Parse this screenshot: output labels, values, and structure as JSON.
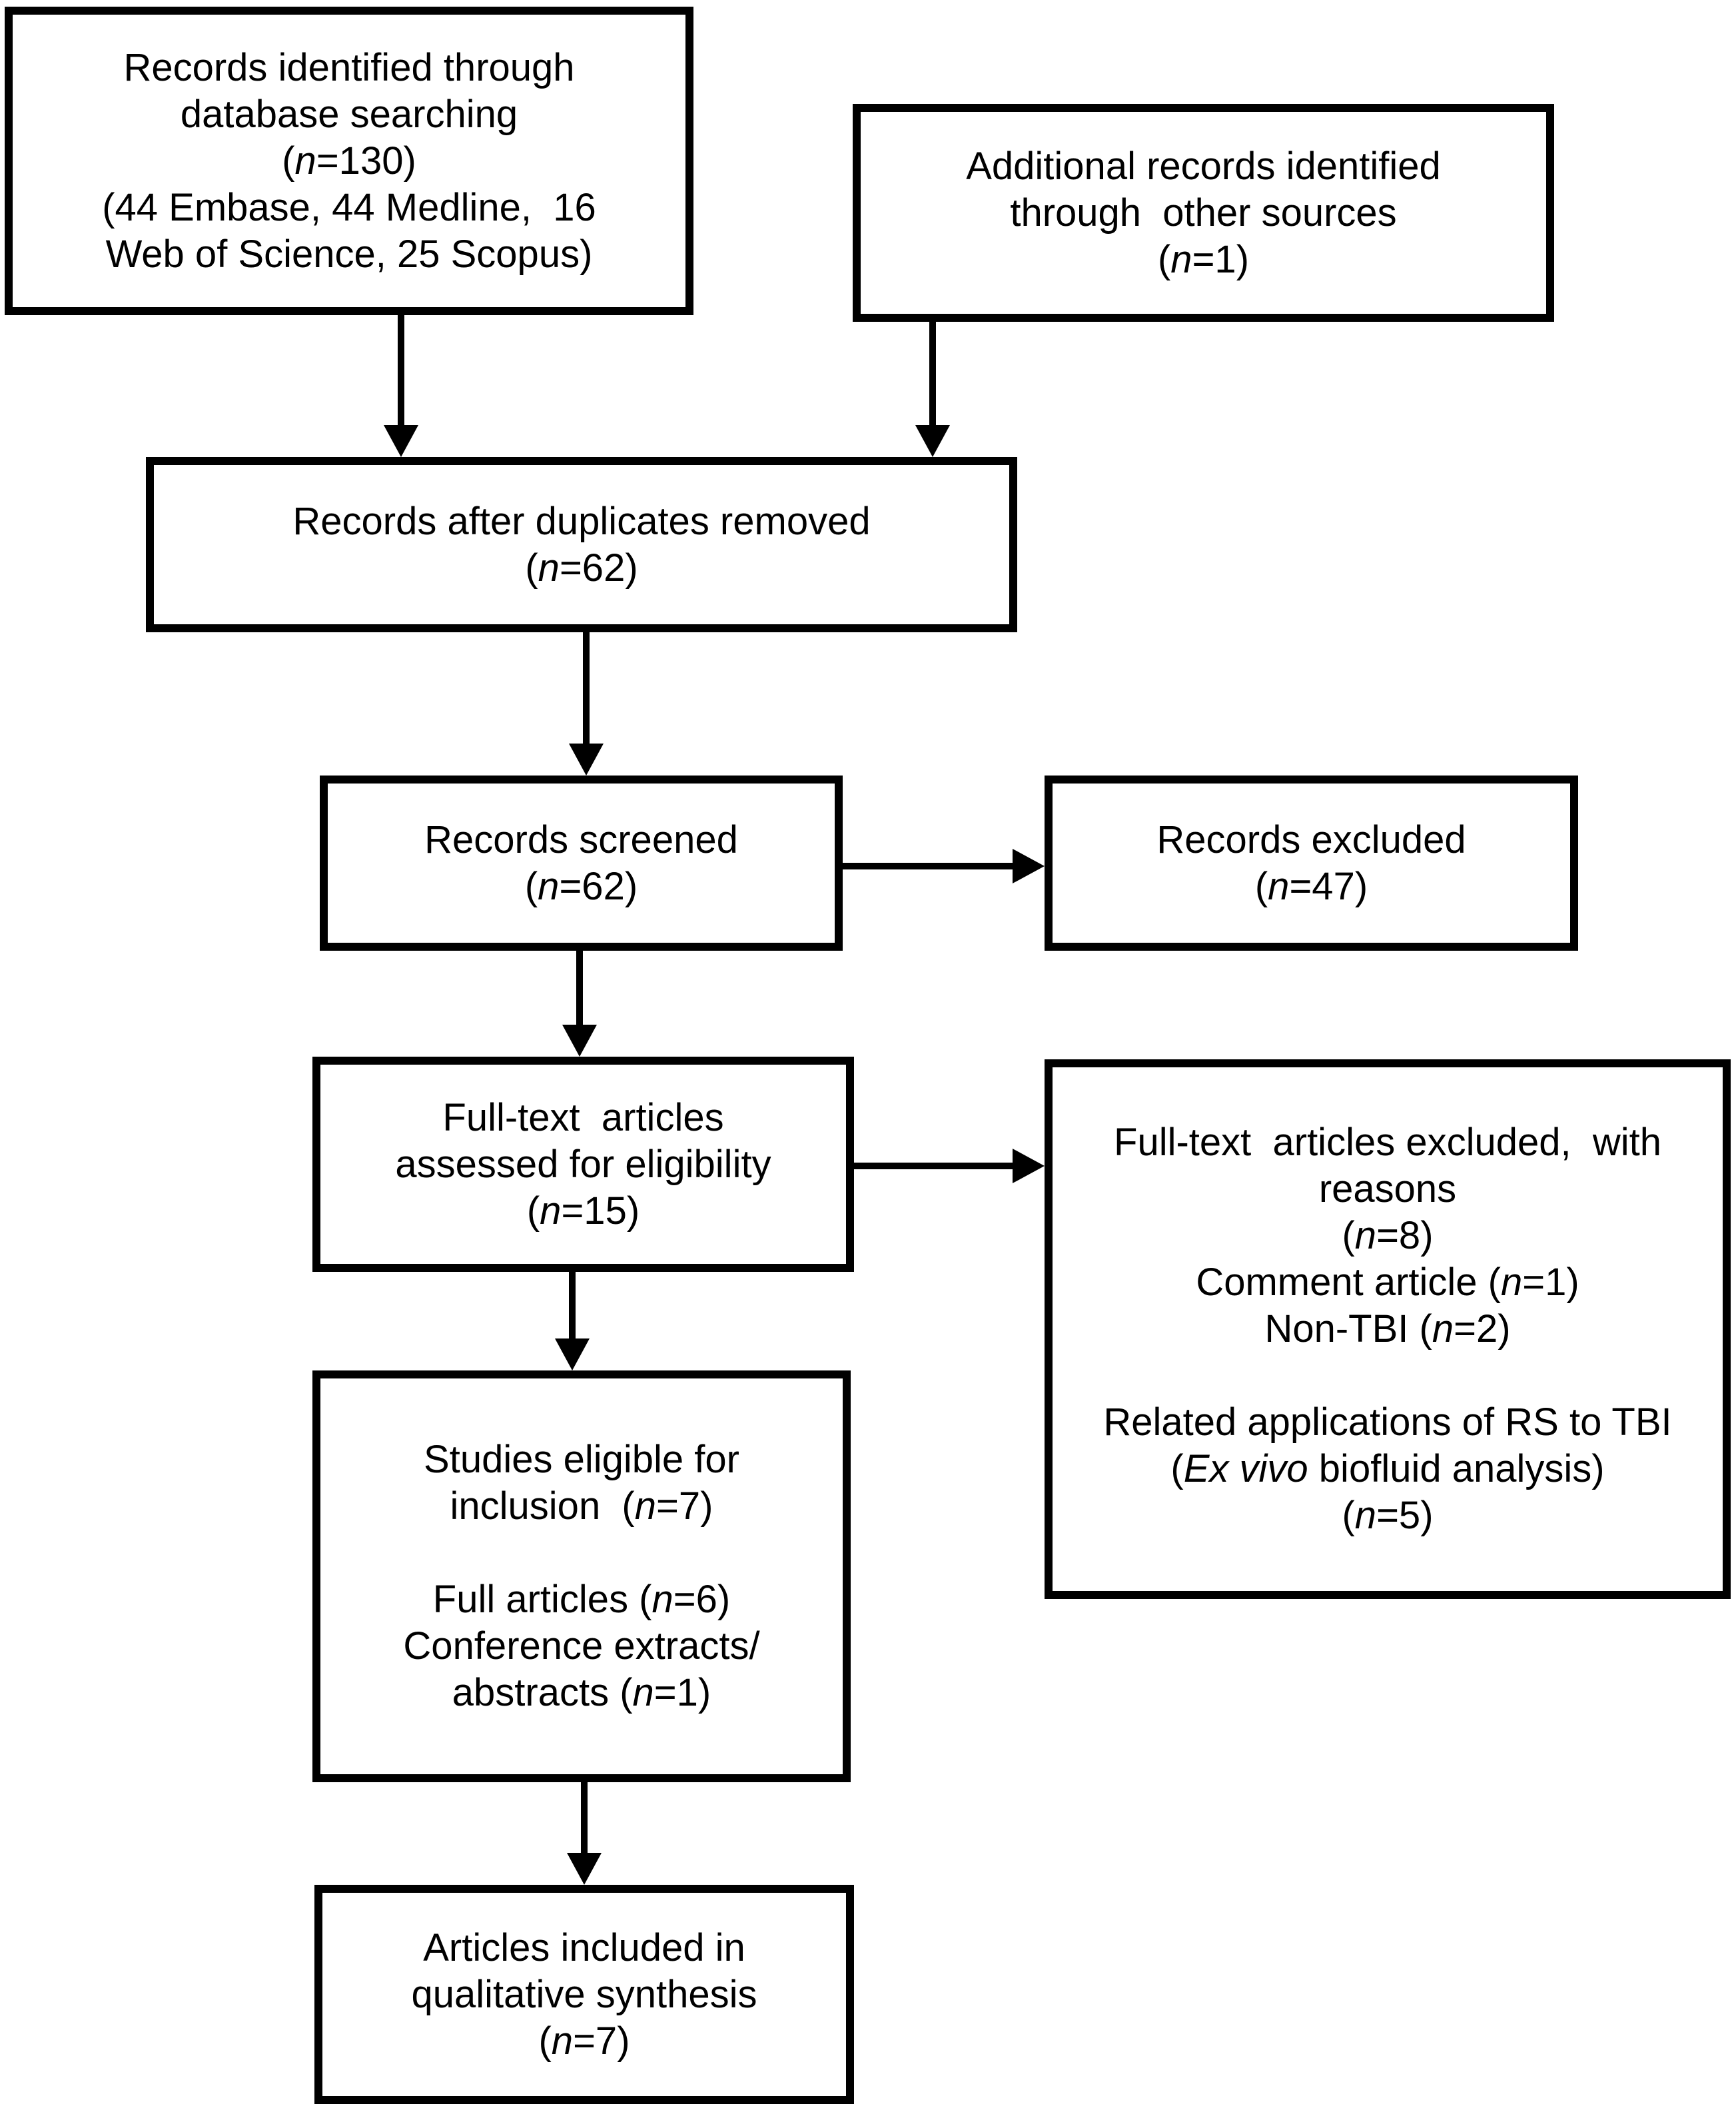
{
  "diagram_type": "prisma-flow-diagram",
  "accent_color": "#000000",
  "background_color": "#ffffff",
  "boxes": {
    "identification_database": {
      "lines": [
        [
          {
            "t": "Records identified through"
          }
        ],
        [
          {
            "t": "database searching"
          }
        ],
        [
          {
            "t": "("
          },
          {
            "t": "n",
            "i": true
          },
          {
            "t": "=130)"
          }
        ],
        [
          {
            "t": "(44 Embase, 44 Medline,  16"
          }
        ],
        [
          {
            "t": "Web of Science, 25 Scopus)"
          }
        ]
      ]
    },
    "identification_other": {
      "lines": [
        [
          {
            "t": "Additional records identified"
          }
        ],
        [
          {
            "t": "through  other sources"
          }
        ],
        [
          {
            "t": "("
          },
          {
            "t": "n",
            "i": true
          },
          {
            "t": "=1)"
          }
        ]
      ]
    },
    "deduplicated": {
      "lines": [
        [
          {
            "t": "Records after duplicates removed"
          }
        ],
        [
          {
            "t": "("
          },
          {
            "t": "n",
            "i": true
          },
          {
            "t": "=62)"
          }
        ]
      ]
    },
    "screened": {
      "lines": [
        [
          {
            "t": "Records screened"
          }
        ],
        [
          {
            "t": "("
          },
          {
            "t": "n",
            "i": true
          },
          {
            "t": "=62)"
          }
        ]
      ]
    },
    "records_excluded": {
      "lines": [
        [
          {
            "t": "Records excluded"
          }
        ],
        [
          {
            "t": "("
          },
          {
            "t": "n",
            "i": true
          },
          {
            "t": "=47)"
          }
        ]
      ]
    },
    "fulltext_assessed": {
      "lines": [
        [
          {
            "t": "Full-text  articles"
          }
        ],
        [
          {
            "t": "assessed for eligibility"
          }
        ],
        [
          {
            "t": "("
          },
          {
            "t": "n",
            "i": true
          },
          {
            "t": "=15)"
          }
        ]
      ]
    },
    "fulltext_excluded": {
      "lines": [
        [
          {
            "t": "Full-text  articles excluded,  with"
          }
        ],
        [
          {
            "t": "reasons"
          }
        ],
        [
          {
            "t": "("
          },
          {
            "t": "n",
            "i": true
          },
          {
            "t": "=8)"
          }
        ],
        [
          {
            "t": "Comment article ("
          },
          {
            "t": "n",
            "i": true
          },
          {
            "t": "=1)"
          }
        ],
        [
          {
            "t": "Non-TBI ("
          },
          {
            "t": "n",
            "i": true
          },
          {
            "t": "=2)"
          }
        ],
        [],
        [
          {
            "t": "Related applications of RS to TBI"
          }
        ],
        [
          {
            "t": "("
          },
          {
            "t": "Ex vivo",
            "i": true
          },
          {
            "t": " biofluid analysis)"
          }
        ],
        [
          {
            "t": "("
          },
          {
            "t": "n",
            "i": true
          },
          {
            "t": "=5)"
          }
        ]
      ]
    },
    "eligible": {
      "lines": [
        [
          {
            "t": "Studies eligible for"
          }
        ],
        [
          {
            "t": "inclusion  ("
          },
          {
            "t": "n",
            "i": true
          },
          {
            "t": "=7)"
          }
        ],
        [],
        [
          {
            "t": "Full articles ("
          },
          {
            "t": "n",
            "i": true
          },
          {
            "t": "=6)"
          }
        ],
        [
          {
            "t": "Conference extracts/"
          }
        ],
        [
          {
            "t": "abstracts ("
          },
          {
            "t": "n",
            "i": true
          },
          {
            "t": "=1)"
          }
        ]
      ]
    },
    "included": {
      "lines": [
        [
          {
            "t": "Articles included in"
          }
        ],
        [
          {
            "t": "qualitative synthesis"
          }
        ],
        [
          {
            "t": "("
          },
          {
            "t": "n",
            "i": true
          },
          {
            "t": "=7)"
          }
        ]
      ]
    }
  },
  "arrows": [
    {
      "from": "identification_database",
      "to": "deduplicated",
      "direction": "down"
    },
    {
      "from": "identification_other",
      "to": "deduplicated",
      "direction": "down"
    },
    {
      "from": "deduplicated",
      "to": "screened",
      "direction": "down"
    },
    {
      "from": "screened",
      "to": "records_excluded",
      "direction": "right"
    },
    {
      "from": "screened",
      "to": "fulltext_assessed",
      "direction": "down"
    },
    {
      "from": "fulltext_assessed",
      "to": "fulltext_excluded",
      "direction": "right"
    },
    {
      "from": "fulltext_assessed",
      "to": "eligible",
      "direction": "down"
    },
    {
      "from": "eligible",
      "to": "included",
      "direction": "down"
    }
  ]
}
